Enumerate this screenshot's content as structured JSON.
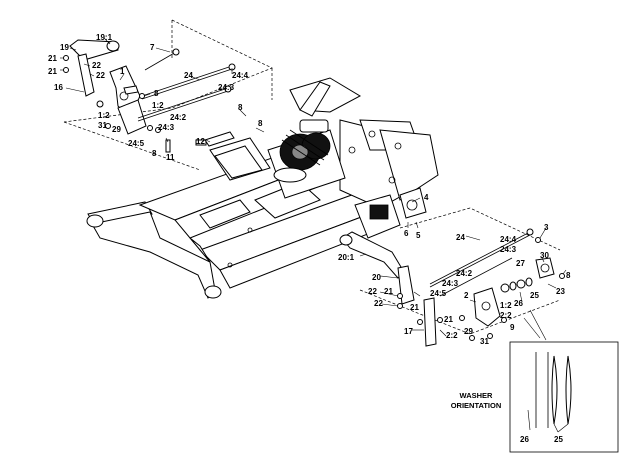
{
  "callouts": [
    {
      "text": "19:1"
    },
    {
      "text": "19"
    },
    {
      "text": "21"
    },
    {
      "text": "21"
    },
    {
      "text": "22"
    },
    {
      "text": "22"
    },
    {
      "text": "16"
    },
    {
      "text": "7"
    },
    {
      "text": "24"
    },
    {
      "text": "24:4"
    },
    {
      "text": "1"
    },
    {
      "text": "8"
    },
    {
      "text": "24:3"
    },
    {
      "text": "1:2"
    },
    {
      "text": "8"
    },
    {
      "text": "1:2"
    },
    {
      "text": "31"
    },
    {
      "text": "29"
    },
    {
      "text": "24:2"
    },
    {
      "text": "24:3"
    },
    {
      "text": "24:5"
    },
    {
      "text": "8"
    },
    {
      "text": "11"
    },
    {
      "text": "12"
    },
    {
      "text": "8"
    },
    {
      "text": "4"
    },
    {
      "text": "6"
    },
    {
      "text": "5"
    },
    {
      "text": "3"
    },
    {
      "text": "24"
    },
    {
      "text": "24:4"
    },
    {
      "text": "24:3"
    },
    {
      "text": "30"
    },
    {
      "text": "8"
    },
    {
      "text": "20:1"
    },
    {
      "text": "20"
    },
    {
      "text": "24:2"
    },
    {
      "text": "27"
    },
    {
      "text": "22"
    },
    {
      "text": "21"
    },
    {
      "text": "24:3"
    },
    {
      "text": "24:5"
    },
    {
      "text": "25"
    },
    {
      "text": "23"
    },
    {
      "text": "22"
    },
    {
      "text": "2"
    },
    {
      "text": "26"
    },
    {
      "text": "21"
    },
    {
      "text": "21"
    },
    {
      "text": "1:2"
    },
    {
      "text": "2:2"
    },
    {
      "text": "9"
    },
    {
      "text": "17"
    },
    {
      "text": "2:2"
    },
    {
      "text": "29"
    },
    {
      "text": "31"
    },
    {
      "text": "26"
    },
    {
      "text": "25"
    }
  ],
  "inset": {
    "caption_line1": "WASHER",
    "caption_line2": "ORIENTATION"
  }
}
